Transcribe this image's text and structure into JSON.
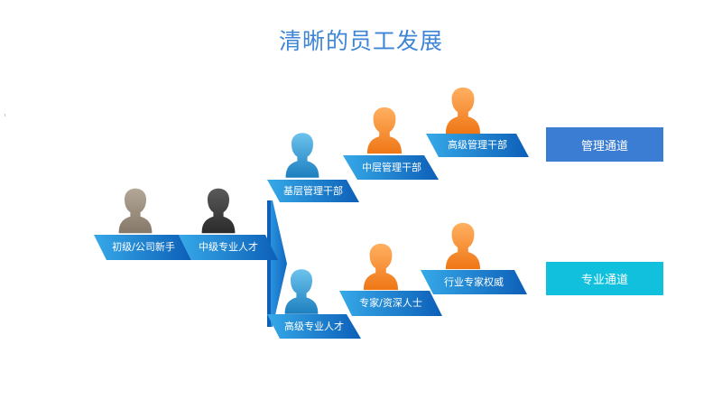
{
  "title": "清晰的员工发展",
  "levels": {
    "entry": "初级/公司新手",
    "mid": "中级专业人才",
    "grass_mgr": "基层管理干部",
    "middle_mgr": "中层管理干部",
    "senior_mgr": "高级管理干部",
    "senior_spec": "高级专业人才",
    "expert": "专家/资深人士",
    "authority": "行业专家权威"
  },
  "tracks": {
    "management": "管理通道",
    "professional": "专业通道"
  },
  "colors": {
    "title": "#3d85d6",
    "ribbon": "#1a73c9",
    "management_track": "#3b7dd3",
    "professional_track": "#11c0dc",
    "person_gray": "#9b8e80",
    "person_dark": "#3f3f3f",
    "person_blue": "#3aa3d6",
    "person_orange": "#f4892c"
  }
}
